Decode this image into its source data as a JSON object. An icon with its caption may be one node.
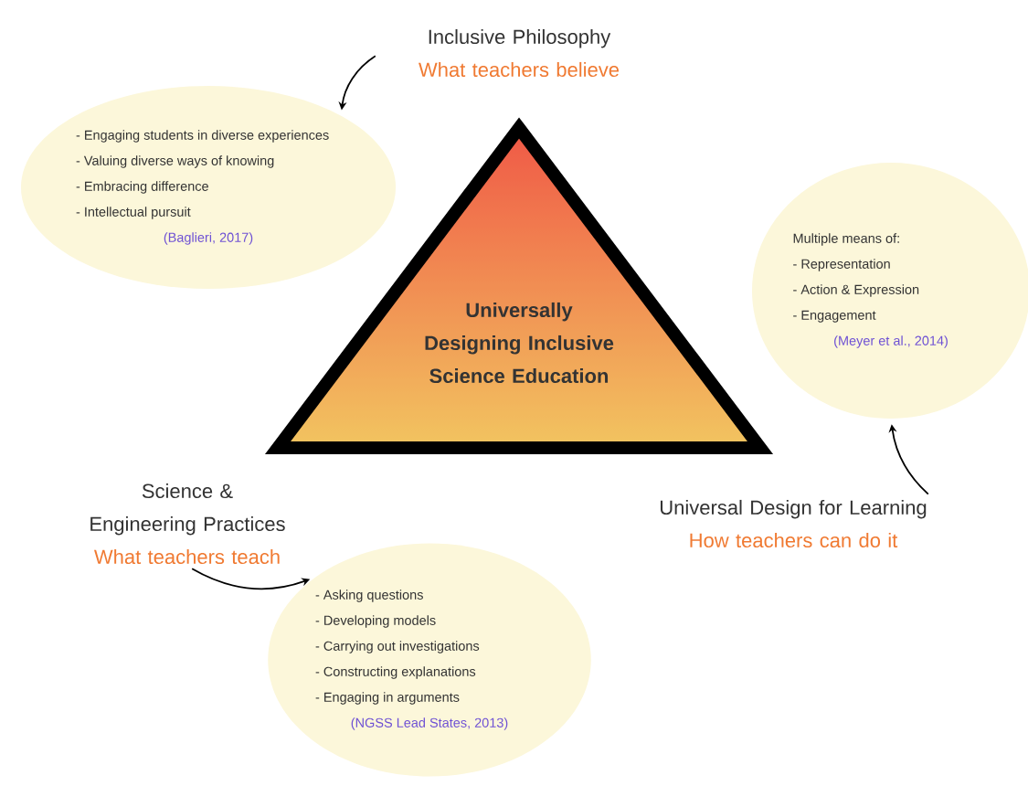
{
  "diagram": {
    "nodes": [
      {
        "text": [
          "Universally Designing Inclusive Science Education"
        ]
      },
      {
        "text": [
          "Inclusive Philosophy",
          "What teachers believe"
        ]
      },
      {
        "text": [
          "- Engaging students in diverse experiences",
          "- Valuing diverse ways of knowing",
          "- Embracing difference",
          "- Intellectual pursuit",
          "(Baglieri, 2017)"
        ]
      },
      {
        "text": [
          "Universal Design for Learning",
          "How teachers can do it"
        ]
      },
      {
        "text": [
          "Multiple means of:",
          "- Representation",
          "- Action & Expression",
          "- Engagement",
          "(Meyer et al., 2014)"
        ]
      },
      {
        "text": [
          "Science & Engineering Practices",
          "What teachers teach"
        ]
      },
      {
        "text": [
          "- Asking questions",
          "- Developing models",
          "- Carrying out investigations",
          "- Constructing explanations",
          "- Engaging in arguments",
          "(NGSS Lead States, 2013)"
        ]
      }
    ],
    "edges": [
      {
        "from": 1,
        "to": 2,
        "arrow": "to"
      },
      {
        "from": 3,
        "to": 4,
        "arrow": "to"
      },
      {
        "from": 5,
        "to": 6,
        "arrow": "to"
      }
    ]
  }
}
